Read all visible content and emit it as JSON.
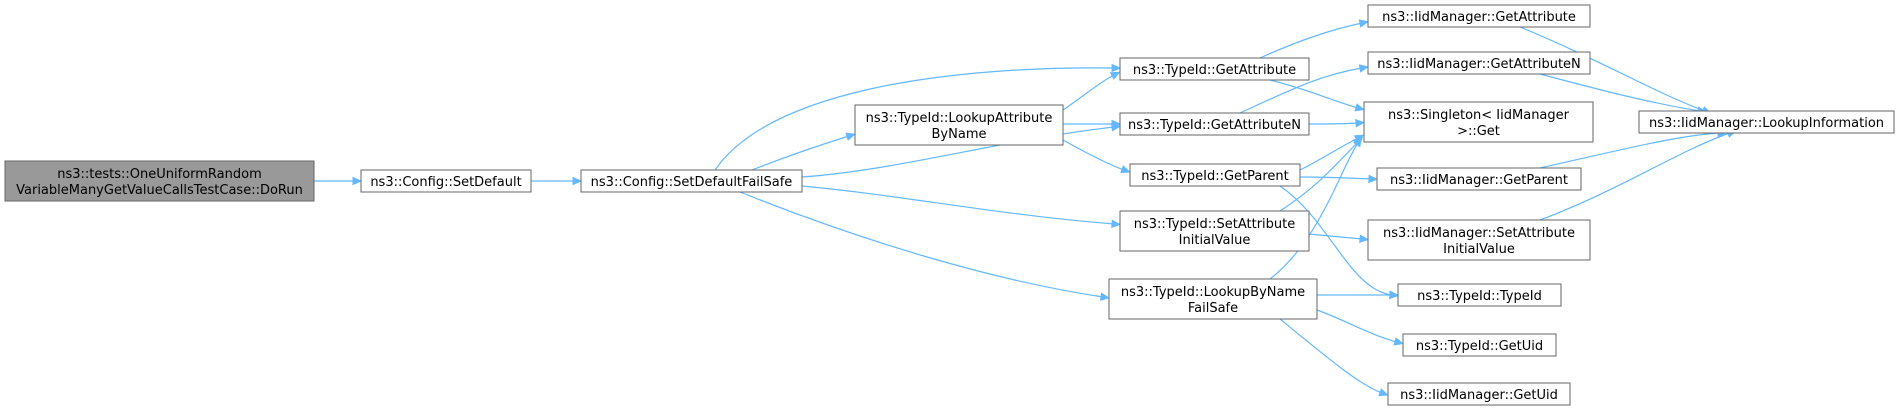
{
  "diagram": {
    "nodes": [
      {
        "id": "n0",
        "lines": [
          "ns3::tests::OneUniformRandom",
          "VariableManyGetValueCallsTestCase::DoRun"
        ],
        "root": true
      },
      {
        "id": "n1",
        "lines": [
          "ns3::Config::SetDefault"
        ]
      },
      {
        "id": "n2",
        "lines": [
          "ns3::Config::SetDefaultFailSafe"
        ]
      },
      {
        "id": "n3",
        "lines": [
          "ns3::TypeId::GetAttribute"
        ]
      },
      {
        "id": "n4",
        "lines": [
          "ns3::TypeId::LookupAttribute",
          "ByName"
        ]
      },
      {
        "id": "n5",
        "lines": [
          "ns3::TypeId::GetAttributeN"
        ]
      },
      {
        "id": "n6",
        "lines": [
          "ns3::TypeId::GetParent"
        ]
      },
      {
        "id": "n7",
        "lines": [
          "ns3::TypeId::SetAttribute",
          "InitialValue"
        ]
      },
      {
        "id": "n8",
        "lines": [
          "ns3::TypeId::LookupByName",
          "FailSafe"
        ]
      },
      {
        "id": "n9",
        "lines": [
          "ns3::IidManager::GetAttribute"
        ]
      },
      {
        "id": "n10",
        "lines": [
          "ns3::IidManager::GetAttributeN"
        ]
      },
      {
        "id": "n11",
        "lines": [
          "ns3::Singleton< IidManager",
          ">::Get"
        ]
      },
      {
        "id": "n12",
        "lines": [
          "ns3::IidManager::GetParent"
        ]
      },
      {
        "id": "n13",
        "lines": [
          "ns3::IidManager::SetAttribute",
          "InitialValue"
        ]
      },
      {
        "id": "n14",
        "lines": [
          "ns3::TypeId::TypeId"
        ]
      },
      {
        "id": "n15",
        "lines": [
          "ns3::TypeId::GetUid"
        ]
      },
      {
        "id": "n16",
        "lines": [
          "ns3::IidManager::GetUid"
        ]
      },
      {
        "id": "n17",
        "lines": [
          "ns3::IidManager::LookupInformation"
        ]
      }
    ],
    "edges": [
      {
        "from": "n0",
        "to": "n1"
      },
      {
        "from": "n1",
        "to": "n2"
      },
      {
        "from": "n2",
        "to": "n3"
      },
      {
        "from": "n2",
        "to": "n4"
      },
      {
        "from": "n2",
        "to": "n5"
      },
      {
        "from": "n2",
        "to": "n7"
      },
      {
        "from": "n2",
        "to": "n8"
      },
      {
        "from": "n4",
        "to": "n3"
      },
      {
        "from": "n4",
        "to": "n5"
      },
      {
        "from": "n4",
        "to": "n6"
      },
      {
        "from": "n3",
        "to": "n9"
      },
      {
        "from": "n3",
        "to": "n11"
      },
      {
        "from": "n5",
        "to": "n10"
      },
      {
        "from": "n5",
        "to": "n11"
      },
      {
        "from": "n6",
        "to": "n11"
      },
      {
        "from": "n6",
        "to": "n12"
      },
      {
        "from": "n6",
        "to": "n14"
      },
      {
        "from": "n7",
        "to": "n11"
      },
      {
        "from": "n7",
        "to": "n13"
      },
      {
        "from": "n8",
        "to": "n11"
      },
      {
        "from": "n8",
        "to": "n14"
      },
      {
        "from": "n8",
        "to": "n15"
      },
      {
        "from": "n8",
        "to": "n16"
      },
      {
        "from": "n9",
        "to": "n17"
      },
      {
        "from": "n10",
        "to": "n17"
      },
      {
        "from": "n12",
        "to": "n17"
      },
      {
        "from": "n13",
        "to": "n17"
      }
    ]
  }
}
